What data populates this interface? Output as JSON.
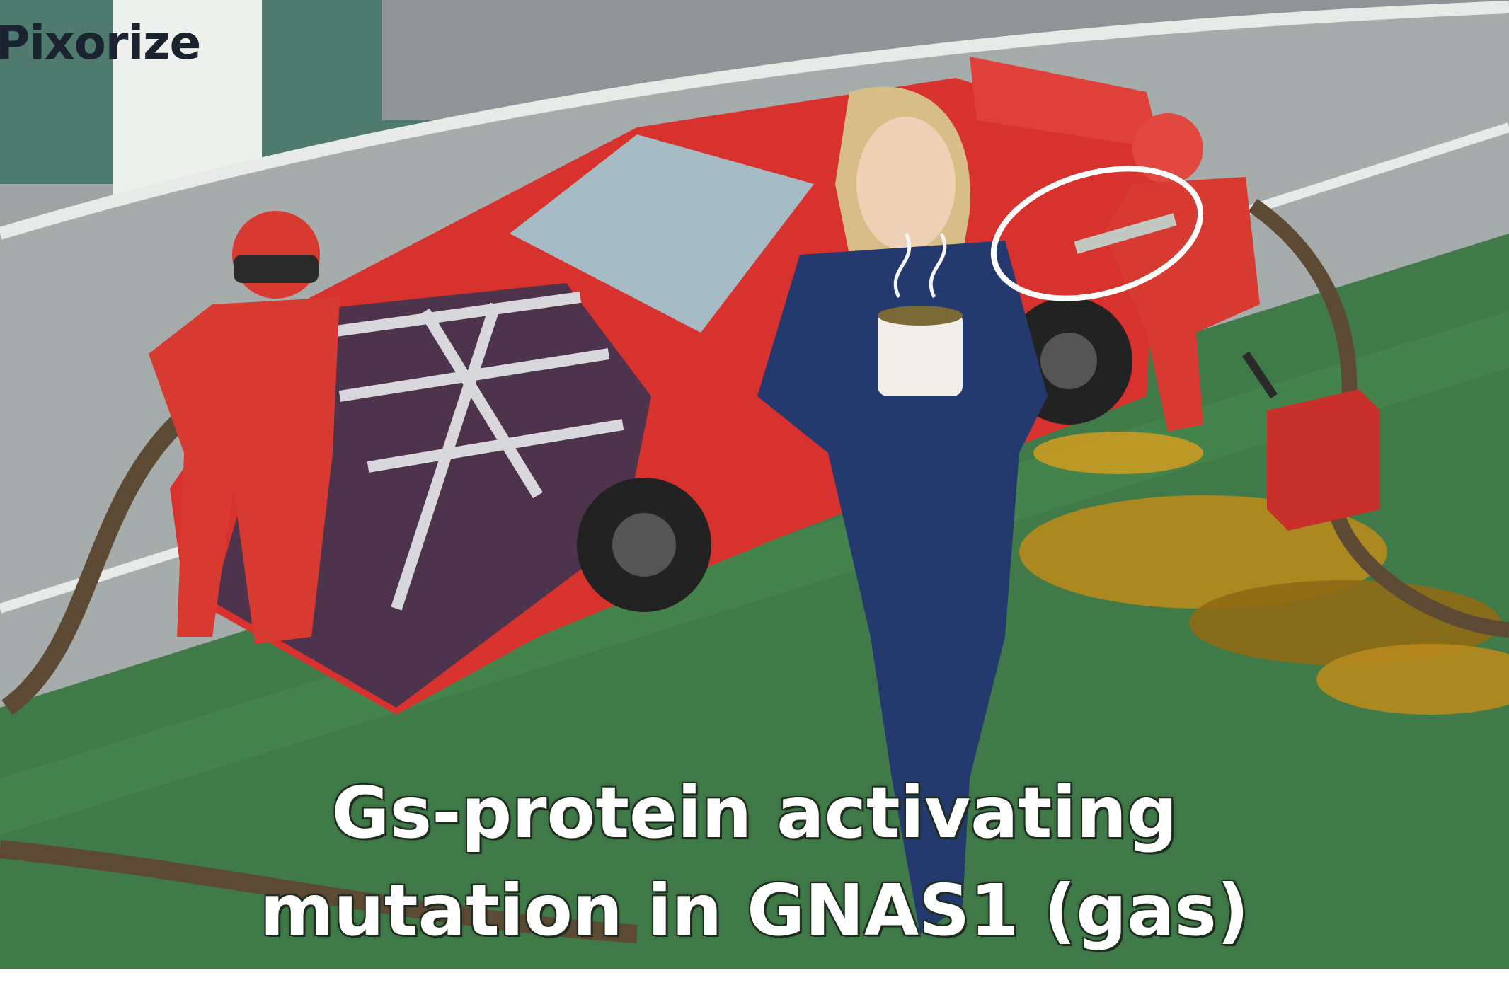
{
  "brand": {
    "name": "Pixorize"
  },
  "caption": {
    "line1": "Gs-protein activating",
    "line2": "mutation in GNAS1 (gas)"
  },
  "icons": [
    "race-car-illustration",
    "pit-crew-figure",
    "woman-holding-mug",
    "gas-can",
    "annotation-circle"
  ],
  "colors": {
    "track": "#9ea3a4",
    "grass": "#3f7a48",
    "car_red": "#d8322e",
    "suit_red": "#d63a30",
    "jumpsuit_navy": "#243a6e",
    "oil": "#b78a1c",
    "caption_text": "#ffffff"
  }
}
